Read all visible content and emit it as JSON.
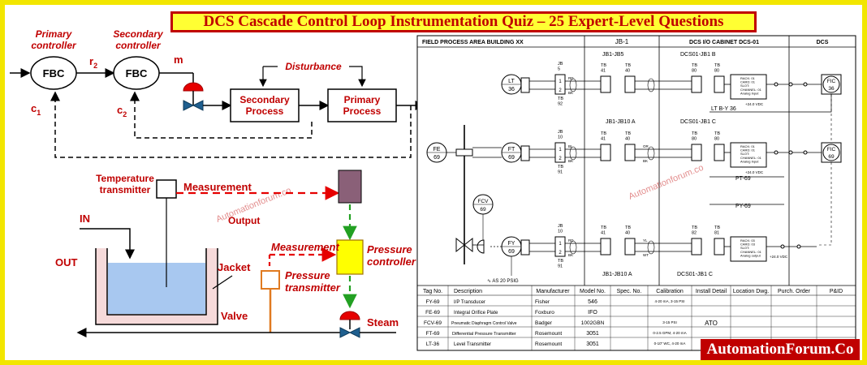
{
  "title": "DCS Cascade Control Loop Instrumentation Quiz – 25 Expert-Level Questions",
  "brand": "AutomationForum.Co",
  "watermark": "Automationforum.co",
  "colors": {
    "frame": "#f2e600",
    "title_bg": "#ffff33",
    "accent": "#c00000",
    "flow": "#22a022",
    "transmitter": "#e07a20",
    "controller": "#ffff00",
    "actuator": "#e60000",
    "valve": "#1f5f8f",
    "display": "#8a6078"
  },
  "block": {
    "primary_label": "Primary\ncontroller",
    "secondary_label": "Secondary\ncontroller",
    "fbc1": "FBC",
    "fbc2": "FBC",
    "r2": "r",
    "r2_sub": "2",
    "m": "m",
    "disturbance": "Disturbance",
    "secondary_process": "Secondary\nProcess",
    "primary_process": "Primary\nProcess",
    "c1": "c",
    "c1_sub": "1",
    "c2": "c",
    "c2_sub": "2"
  },
  "process": {
    "temp_tx": "Temperature\ntransmitter",
    "measurement1": "Measurement",
    "output": "Output",
    "measurement2": "Measurement",
    "pressure_controller": "Pressure\ncontroller",
    "pressure_tx": "Pressure\ntransmitter",
    "in": "IN",
    "out": "OUT",
    "jacket": "Jacket",
    "valve": "Valve",
    "steam": "Steam"
  },
  "loop": {
    "sections": [
      "FIELD PROCESS AREA BUILDING XX",
      "JB-1",
      "DCS I/O CABINET DCS-01",
      "DCS"
    ],
    "row1": {
      "tag_t": "LT",
      "tag_n": "36",
      "jb": "JB\n5",
      "tb": "TB\n92",
      "jbref": "JB1-JB5",
      "tb2": "TB\n41",
      "tb3": "TB\n40",
      "dcsref": "DCS01-JB1 B",
      "tb4": "TB\n80",
      "tb5": "TB\n80",
      "card": "RACK: 01\nCARD: 01\nSLOT:\nCHANNEL: 01\nAnalog Input",
      "vdc": "+24.0 VDC",
      "line": "LT B-Y 36",
      "fic_t": "FIC",
      "fic_n": "36"
    },
    "row2": {
      "fe_t": "FE",
      "fe_n": "69",
      "tag_t": "FT",
      "tag_n": "69",
      "jb": "JB\n10",
      "tb": "TB\n91",
      "jbref": "JB1-JB10 A",
      "tb2": "TB\n41",
      "tb3": "TB\n40",
      "dcsref": "DCS01-JB1 C",
      "tb4": "TB\n80",
      "tb5": "TB\n80",
      "card": "RACK: 01\nCARD: 01\nSLOT:\nCHANNEL: 01\nAnalog Input",
      "vdc": "+24.0 VDC",
      "line": "PT-69",
      "fic_t": "FIC",
      "fic_n": "69"
    },
    "row3": {
      "fcv_t": "FCV",
      "fcv_n": "69",
      "tag_t": "FY",
      "tag_n": "69",
      "jb": "JB\n10",
      "tb": "TB\n91",
      "air": "AS 20 PSIG",
      "tb2": "TB\n41",
      "tb3": "TB\n40",
      "jbref": "JB1-JB10 A",
      "dcsref": "DCS01-JB1 C",
      "tb4": "TB\n82",
      "tb5": "TB\n81",
      "card": "RACK: 03\nCARD: 03\nSLOT:\nCHANNEL: 01\nAnalog output",
      "vdc": "+24.0 VDC",
      "line": "PY-69"
    },
    "wire_labels": [
      "RD",
      "BK",
      "BL",
      "BK",
      "OR",
      "BK",
      "RD",
      "BK",
      "YL",
      "WT"
    ],
    "headers": [
      "Tag No.",
      "Description",
      "Manufacturer",
      "Model No.",
      "Spec. No.",
      "Calibration",
      "Install Detail",
      "Location Dwg.",
      "Purch. Order",
      "P&ID"
    ],
    "rows": [
      [
        "FY-69",
        "I/P Transducer",
        "Fisher",
        "546",
        "",
        "4-20 mA, 3-15 PSI",
        "",
        "",
        "",
        ""
      ],
      [
        "FE-69",
        "Integral Orifice Plate",
        "Foxburo",
        "IFO",
        "",
        "",
        "",
        "",
        "",
        ""
      ],
      [
        "FCV-69",
        "Pneumatic Diaphragm Control Valve",
        "Badger",
        "1002GBN",
        "",
        "3-15 PSI",
        "ATO",
        "",
        "",
        ""
      ],
      [
        "FT-69",
        "Differential Pressure Transmitter",
        "Rosemount",
        "3051",
        "",
        "0-2.5 GPM, 4-20 mA",
        "",
        "",
        "",
        ""
      ],
      [
        "LT-36",
        "Level Transmitter",
        "Rosemount",
        "3051",
        "",
        "0-10\" WC, 4-20 mA",
        "",
        "",
        "",
        ""
      ]
    ]
  }
}
